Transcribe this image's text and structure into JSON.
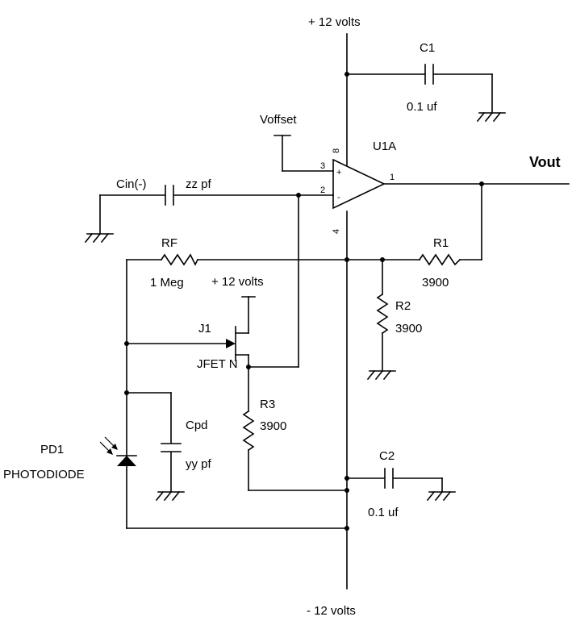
{
  "supply": {
    "top": "+ 12 volts",
    "bottom": "- 12 volts",
    "jfet_drain": "+ 12 volts"
  },
  "opamp": {
    "name": "U1A",
    "pin_in_plus": "3",
    "pin_in_minus": "2",
    "pin_out": "1",
    "pin_vplus": "8",
    "pin_vminus": "4",
    "sign_plus": "+",
    "sign_minus": "-"
  },
  "c1": {
    "name": "C1",
    "value": "0.1 uf"
  },
  "c2": {
    "name": "C2",
    "value": "0.1 uf"
  },
  "voffset": {
    "label": "Voffset"
  },
  "vout": {
    "label": "Vout"
  },
  "cin": {
    "name": "Cin(-)",
    "value": "zz pf"
  },
  "rf": {
    "name": "RF",
    "value": "1 Meg"
  },
  "r1": {
    "name": "R1",
    "value": "3900"
  },
  "r2": {
    "name": "R2",
    "value": "3900"
  },
  "r3": {
    "name": "R3",
    "value": "3900"
  },
  "j1": {
    "name": "J1",
    "type": "JFET N"
  },
  "cpd": {
    "name": "Cpd",
    "value": "yy pf"
  },
  "pd1": {
    "name": "PD1",
    "type": "PHOTODIODE"
  }
}
